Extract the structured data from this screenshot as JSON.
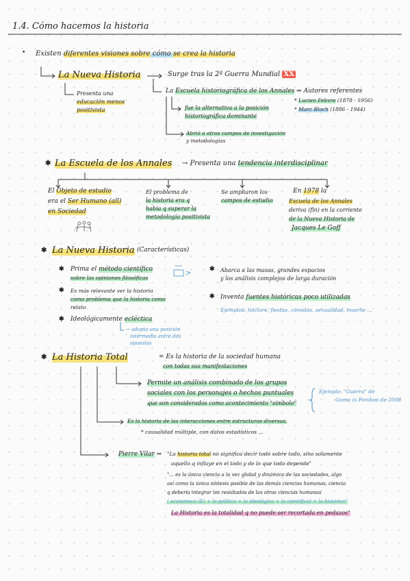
{
  "title": "1.4. Cómo hacemos la historia",
  "intro": {
    "bullet": "•",
    "text_a": "Existen ",
    "text_b": "diferentes visiones sobre",
    "text_c": " cómo ",
    "text_d": "se crea la historia"
  },
  "nueva_historia": {
    "label": "La Nueva Historia",
    "surge_a": "Surge tras la 2ª Guerra Mundial",
    "surge_badge": "XX",
    "presenta_1": "Presenta una",
    "presenta_2": "educación menos",
    "presenta_3": "positivista",
    "escuela_a": "La ",
    "escuela_b": "Escuela historiográfica de los Annales",
    "escuela_c": " ⇒ Autores referentes",
    "autor1_a": "* ",
    "autor1_b": "Lucien Febvre",
    "autor1_c": " (1878 - 1956)",
    "autor2_a": "* ",
    "autor2_b": "Marc Bloch",
    "autor2_c": " (1886 - 1944)",
    "fue_1": "fue la alternativa a la posición",
    "fue_2": "historiográfica dominante",
    "abrio_1": "Abrió a otros campos de investigación",
    "abrio_2": "y metodologías"
  },
  "annales": {
    "star": "✱",
    "label": "La Escuela de los Annales",
    "arrow_text": "→ Presenta una ",
    "tendencia": "tendencia interdisciplinar",
    "col1_1": "El ",
    "col1_1b": "Objeto de estudio",
    "col1_2a": "era el ",
    "col1_2b": "Ser Humano (all)",
    "col1_3": "en Sociedad",
    "col2_1": "El problema de",
    "col2_2": "la historia era q",
    "col2_3": "había q superar la",
    "col2_4": "metodología positivista",
    "col3_1": "Se ampliaron los",
    "col3_2": "campos de estudio",
    "col4_1a": "En ",
    "col4_1b": "1978",
    "col4_1c": " la",
    "col4_2": "Escuela de los Annales",
    "col4_3": "deriva (fin) en la corriente",
    "col4_4": "de la Nueva Historia de",
    "col4_5": "Jacques Le Goff"
  },
  "caracteristicas": {
    "star": "✱",
    "label": "La Nueva Historia",
    "paren": "(Características)",
    "c1_1a": "Prima el ",
    "c1_1b": "método científico",
    "c1_2": "sobre las opiniones filosóficas",
    "c2_1": "Es más relevante ver la historia",
    "c2_2": "como problema que la historia como",
    "c2_3": "relato",
    "c3_a": "Ideológicamente ",
    "c3_b": "ecléctica",
    "c3_note_1": "→ adopta una posición",
    "c3_note_2": "intermedia entre dos",
    "c3_note_3": "opuestas",
    "c4_1": "Abarca a las masas, grandes espacios",
    "c4_2": "y los análisis complejos de larga duración",
    "c5_a": "Inventa ",
    "c5_b": "fuentes históricas poco utilizadas",
    "ejemplos": "Ejemplos: folclore, fiestas, comidas, sexualidad, muerte ..."
  },
  "historia_total": {
    "star": "✱",
    "label": "La Historia Total",
    "def_1": "= Es la historia de la sociedad humana",
    "def_2": "con todas sus manifestaciones",
    "perm_1": "Permite un análisis combinado de los grupos",
    "perm_2": "sociales con los personajes o hechos puntuales",
    "perm_3": "que son considerados como acontecimiento \"símbolo\"",
    "ejemplo_1": "Ejemplo: \"Guerra\" de",
    "ejemplo_2": "Goma (s Ponikos de 2008",
    "inter_1": "Es la historia de las interacciones entre estructuras diversas,",
    "inter_2": "* causalidad múltiple, con datos estadísticos ...",
    "vilar": "Pierre Vilar",
    "vilar_arrow": "⇒",
    "q1_a": "\"La ",
    "q1_b": "historia total",
    "q1_c": " no significa decir todo sobre todo, sino solamente",
    "q2": "aquello q influye en el todo y de lo que todo depende\"",
    "q3": "\"... es la única ciencia a la vez global y dinámica de las sociedades, algo",
    "q4": "así como la única síntesis posible de las demás ciencias humanas, ciencia",
    "q5": "q debería integrar los resultados de las otras ciencias humanas",
    "q6": "( económico (E) + lo político + lo ideológico + lo científico) = lo histórico\"",
    "q7": "La Historia es la totalidad q no puede ser recortada en pedazos\""
  },
  "colors": {
    "yellow_highlight": "#f7e27a",
    "green_highlight": "#b8ebc7",
    "blue_highlight": "#b9dff5",
    "pink_highlight": "#f3b2d8",
    "red_badge": "#f15a4a",
    "note_blue": "#4a8fc7"
  }
}
